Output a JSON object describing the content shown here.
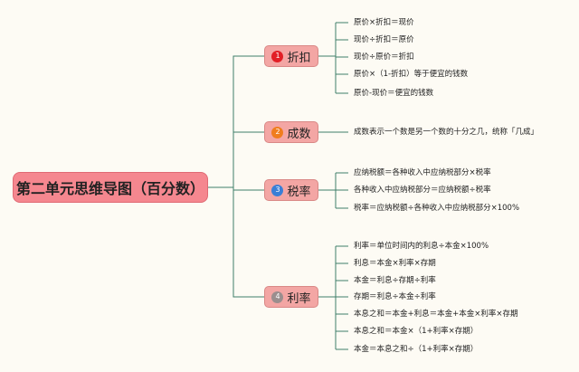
{
  "root": {
    "label": "第二单元思维导图（百分数）"
  },
  "branches": [
    {
      "label": "折扣",
      "number": "1",
      "number_color": "#e21f26",
      "items": [
        "原价×折扣＝现价",
        "现价÷折扣＝原价",
        "现价÷原价＝折扣",
        "原价×（1-折扣）等于便宜的钱数",
        "原价-现价＝便宜的钱数"
      ]
    },
    {
      "label": "成数",
      "number": "2",
      "number_color": "#f07d1e",
      "items": [
        "成数表示一个数是另一个数的十分之几，统称「几成」"
      ]
    },
    {
      "label": "税率",
      "number": "3",
      "number_color": "#3a7fd6",
      "items": [
        "应纳税额＝各种收入中应纳税部分×税率",
        "各种收入中应纳税部分＝应纳税额÷税率",
        "税率＝应纳税额÷各种收入中应纳税部分×100%"
      ]
    },
    {
      "label": "利率",
      "number": "4",
      "number_color": "#9b8e8e",
      "items": [
        "利率＝单位时间内的利息÷本金×100%",
        "利息＝本金×利率×存期",
        "本金＝利息÷存期÷利率",
        "存期＝利息÷本金÷利率",
        "本息之和＝本金+利息＝本金+本金×利率×存期",
        "本息之和＝本金×（1+利率×存期）",
        "本金＝本息之和÷（1+利率×存期）"
      ]
    }
  ],
  "colors": {
    "root_fill": "#f5878f",
    "branch_fill": "#f3a6a4",
    "connector": "#3f7f6a",
    "background": "#fdfbf4"
  }
}
